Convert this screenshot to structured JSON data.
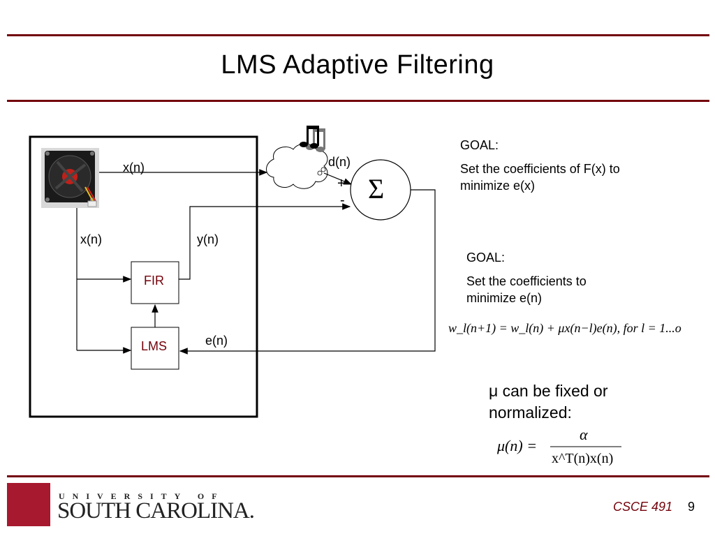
{
  "slide": {
    "title": "LMS Adaptive Filtering",
    "page_number": "9",
    "course": "CSCE 491"
  },
  "logo": {
    "line1": "UNIVERSITY OF",
    "line2": "SOUTH CAROLINA."
  },
  "diagram": {
    "labels": {
      "xn_top": "x(n)",
      "xn_left": "x(n)",
      "yn": "y(n)",
      "dn": "d(n)",
      "en": "e(n)",
      "plus": "+",
      "minus": "-",
      "fir": "FIR",
      "lms": "LMS",
      "sigma": "Σ"
    }
  },
  "goals": {
    "goal1_heading": "GOAL:",
    "goal1_text": "Set the coefficients of F(x) to minimize e(x)",
    "goal2_heading": "GOAL:",
    "goal2_text": "Set the coefficients to minimize e(n)"
  },
  "equations": {
    "update": "w_l(n+1) = w_l(n) + μx(n−l)e(n),  for l = 1...o",
    "mu_statement": "μ can be fixed or normalized:",
    "mu_formula_lhs": "μ(n) =",
    "mu_formula_num": "α",
    "mu_formula_den": "x^T(n)x(n)"
  },
  "colors": {
    "accent": "#73000a",
    "garnet": "#a6192e"
  },
  "icons": [
    "fan-photo",
    "noise-cloud-icon",
    "music-notes-icon",
    "summation-icon"
  ]
}
